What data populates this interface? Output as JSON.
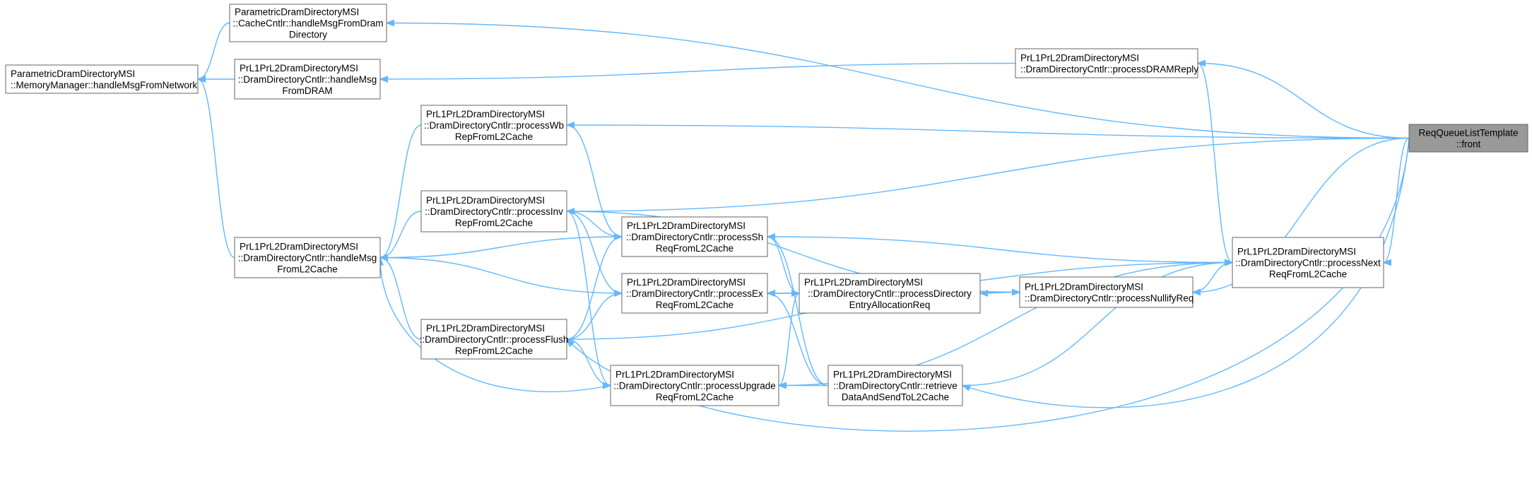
{
  "graph": {
    "type": "caller-graph",
    "edge_color": "#63b8ff",
    "node_border_color": "#666666",
    "focus_fill_color": "#999999",
    "nodes": {
      "cacheHandleDram": [
        "ParametricDramDirectoryMSI",
        "::CacheCntlr::handleMsgFromDram",
        "Directory"
      ],
      "memMgr": [
        "ParametricDramDirectoryMSI",
        "::MemoryManager::handleMsgFromNetwork"
      ],
      "handleFromDram": [
        "PrL1PrL2DramDirectoryMSI",
        "::DramDirectoryCntlr::handleMsg",
        "FromDRAM"
      ],
      "processDRAMReply": [
        "PrL1PrL2DramDirectoryMSI",
        "::DramDirectoryCntlr::processDRAMReply"
      ],
      "front": [
        "ReqQueueListTemplate",
        "::front"
      ],
      "processWb": [
        "PrL1PrL2DramDirectoryMSI",
        "::DramDirectoryCntlr::processWb",
        "RepFromL2Cache"
      ],
      "processInv": [
        "PrL1PrL2DramDirectoryMSI",
        "::DramDirectoryCntlr::processInv",
        "RepFromL2Cache"
      ],
      "handleFromL2": [
        "PrL1PrL2DramDirectoryMSI",
        "::DramDirectoryCntlr::handleMsg",
        "FromL2Cache"
      ],
      "processSh": [
        "PrL1PrL2DramDirectoryMSI",
        "::DramDirectoryCntlr::processSh",
        "ReqFromL2Cache"
      ],
      "processEx": [
        "PrL1PrL2DramDirectoryMSI",
        "::DramDirectoryCntlr::processEx",
        "ReqFromL2Cache"
      ],
      "processDirAlloc": [
        "PrL1PrL2DramDirectoryMSI",
        "::DramDirectoryCntlr::processDirectory",
        "EntryAllocationReq"
      ],
      "processNullify": [
        "PrL1PrL2DramDirectoryMSI",
        "::DramDirectoryCntlr::processNullifyReq"
      ],
      "processNext": [
        "PrL1PrL2DramDirectoryMSI",
        "::DramDirectoryCntlr::processNext",
        "ReqFromL2Cache"
      ],
      "processFlush": [
        "PrL1PrL2DramDirectoryMSI",
        "::DramDirectoryCntlr::processFlush",
        "RepFromL2Cache"
      ],
      "processUpgrade": [
        "PrL1PrL2DramDirectoryMSI",
        "::DramDirectoryCntlr::processUpgrade",
        "ReqFromL2Cache"
      ],
      "retrieve": [
        "PrL1PrL2DramDirectoryMSI",
        "::DramDirectoryCntlr::retrieve",
        "DataAndSendToL2Cache"
      ]
    },
    "focus": "front",
    "edges": [
      [
        "cacheHandleDram",
        "front"
      ],
      [
        "memMgr",
        "cacheHandleDram"
      ],
      [
        "memMgr",
        "handleFromDram"
      ],
      [
        "memMgr",
        "handleFromL2"
      ],
      [
        "handleFromDram",
        "processDRAMReply"
      ],
      [
        "processDRAMReply",
        "front"
      ],
      [
        "processDRAMReply",
        "processNext"
      ],
      [
        "processWb",
        "front"
      ],
      [
        "processInv",
        "front"
      ],
      [
        "processNext",
        "front"
      ],
      [
        "processNullify",
        "front"
      ],
      [
        "retrieve",
        "front"
      ],
      [
        "processFlush",
        "front"
      ],
      [
        "handleFromL2",
        "processWb"
      ],
      [
        "handleFromL2",
        "processInv"
      ],
      [
        "handleFromL2",
        "processSh"
      ],
      [
        "handleFromL2",
        "processEx"
      ],
      [
        "handleFromL2",
        "processFlush"
      ],
      [
        "handleFromL2",
        "processUpgrade"
      ],
      [
        "processSh",
        "processWb"
      ],
      [
        "processSh",
        "processInv"
      ],
      [
        "processSh",
        "processFlush"
      ],
      [
        "processEx",
        "processInv"
      ],
      [
        "processEx",
        "processFlush"
      ],
      [
        "processEx",
        "processDirAlloc"
      ],
      [
        "processEx",
        "retrieve"
      ],
      [
        "processSh",
        "retrieve"
      ],
      [
        "processUpgrade",
        "processInv"
      ],
      [
        "processUpgrade",
        "processFlush"
      ],
      [
        "processUpgrade",
        "processDirAlloc"
      ],
      [
        "processUpgrade",
        "retrieve"
      ],
      [
        "processDirAlloc",
        "processSh"
      ],
      [
        "processDirAlloc",
        "processNullify"
      ],
      [
        "processNullify",
        "processInv"
      ],
      [
        "processNullify",
        "processFlush"
      ],
      [
        "processNext",
        "processSh"
      ],
      [
        "processNext",
        "processEx"
      ],
      [
        "processNext",
        "processNullify"
      ],
      [
        "processNext",
        "processUpgrade"
      ],
      [
        "processNext",
        "retrieve"
      ]
    ]
  }
}
